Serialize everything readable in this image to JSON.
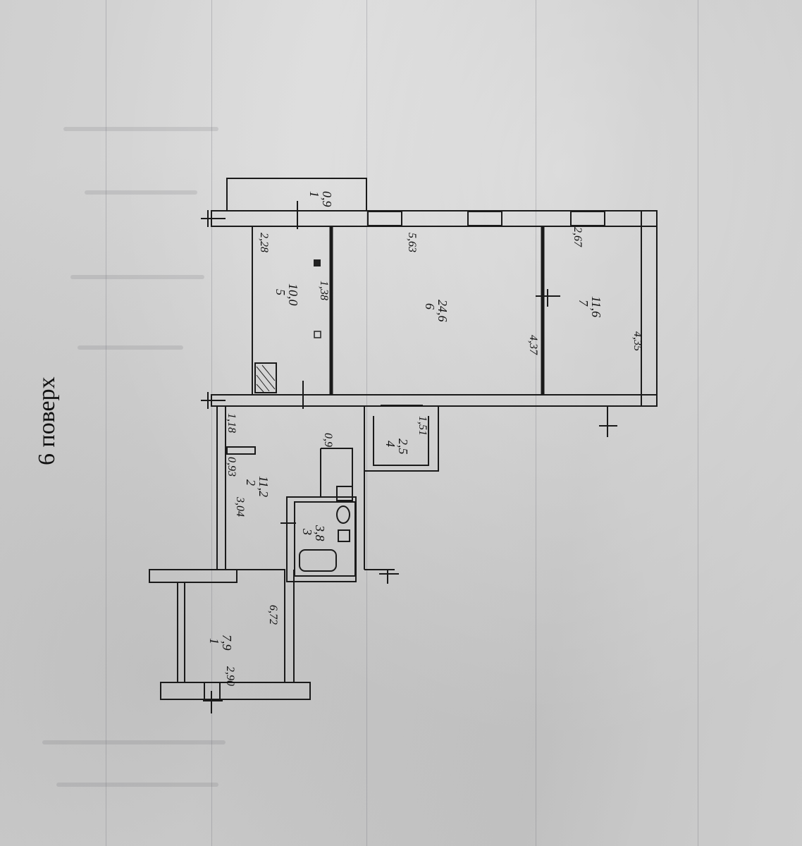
{
  "floor_label": "6 поверх",
  "rooms": [
    {
      "number": "1",
      "area": "0,9"
    },
    {
      "number": "5",
      "area": "10,0"
    },
    {
      "number": "6",
      "area": "24,6"
    },
    {
      "number": "7",
      "area": "11,6"
    },
    {
      "number": "4",
      "area": "2,5"
    },
    {
      "number": "2",
      "area": "11,2"
    },
    {
      "number": "3",
      "area": "3,8"
    },
    {
      "number": "1",
      "area": "7,9"
    }
  ],
  "dimensions": [
    "2,28",
    "5,63",
    "2,67",
    "1,38",
    "4,37",
    "4,35",
    "1,18",
    "0,93",
    "0,9",
    "1,51",
    "3,04",
    "6,72",
    "2,90"
  ]
}
